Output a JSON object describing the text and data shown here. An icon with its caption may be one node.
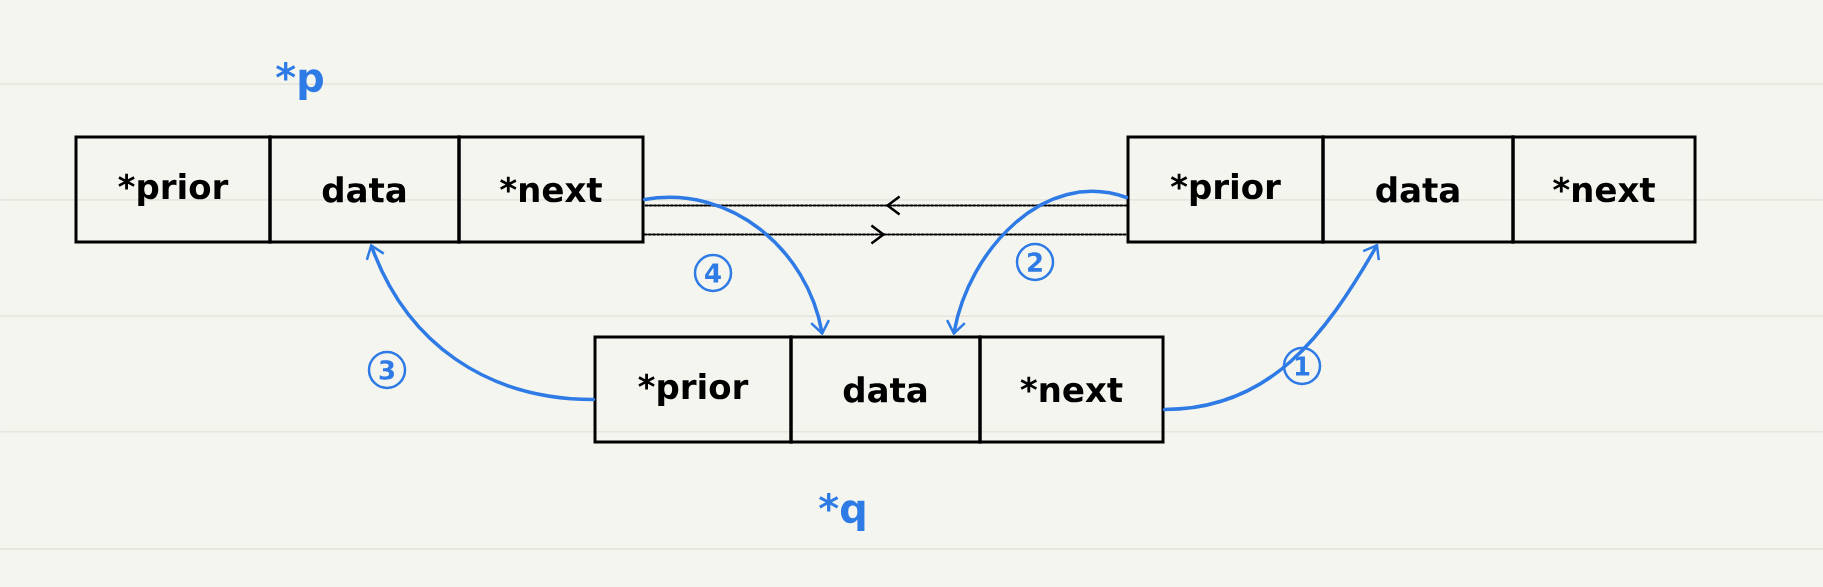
{
  "diagram": {
    "nodes": [
      {
        "text": [
          "*prior"
        ]
      },
      {
        "text": [
          "data"
        ]
      },
      {
        "text": [
          "*next"
        ]
      },
      {
        "text": [
          "*prior"
        ]
      },
      {
        "text": [
          "data"
        ]
      },
      {
        "text": [
          "*next"
        ]
      },
      {
        "text": [
          "*prior"
        ]
      },
      {
        "text": [
          "data"
        ]
      },
      {
        "text": [
          "*next"
        ]
      }
    ],
    "edges": [
      {
        "from": 2,
        "to": 3,
        "arrow": "to",
        "style": "dashed",
        "color": "#000000"
      },
      {
        "from": 3,
        "to": 2,
        "arrow": "to",
        "style": "dashed",
        "color": "#000000"
      },
      {
        "from": 8,
        "to": 4,
        "arrow": "to",
        "label": "1"
      },
      {
        "from": 3,
        "to": 7,
        "arrow": "to",
        "label": "2"
      },
      {
        "from": 6,
        "to": 1,
        "arrow": "to",
        "label": "3"
      },
      {
        "from": 2,
        "to": 7,
        "arrow": "to",
        "label": "4"
      }
    ],
    "labels": [
      "*p",
      "*q"
    ]
  }
}
